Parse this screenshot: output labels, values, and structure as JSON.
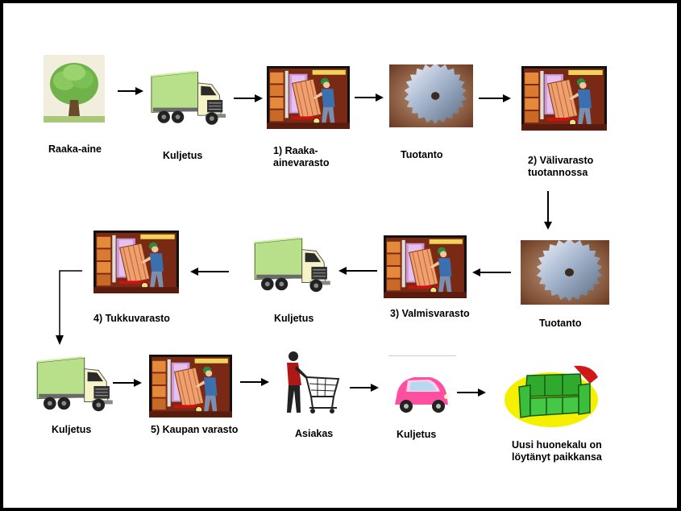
{
  "steps": {
    "raw_material": "Raaka-aine",
    "transport_1": "Kuljetus",
    "raw_storage": "1) Raaka-\nainevarasto",
    "production_1": "Tuotanto",
    "intermediate_storage": "2) Välivarasto\ntuotannossa",
    "production_2": "Tuotanto",
    "finished_storage": "3) Valmisvarasto",
    "transport_2": "Kuljetus",
    "wholesale_storage": "4) Tukkuvarasto",
    "transport_3": "Kuljetus",
    "store_storage": "5) Kaupan varasto",
    "customer": "Asiakas",
    "transport_4": "Kuljetus",
    "final": "Uusi huonekalu on\nlöytänyt paikkansa"
  },
  "icons": {
    "raw_material": "tree-icon",
    "truck": "truck-icon",
    "warehouse": "warehouse-worker-icon",
    "production": "saw-blade-icon",
    "customer": "shopper-cart-icon",
    "car": "car-icon",
    "sofa": "sofa-icon"
  },
  "colors": {
    "frame": "#000000",
    "arrow": "#000000",
    "truck_body": "#b8e08a",
    "car": "#ff4fa0",
    "sofa": "#2faa2f",
    "sofa_spot": "#f4f000"
  }
}
